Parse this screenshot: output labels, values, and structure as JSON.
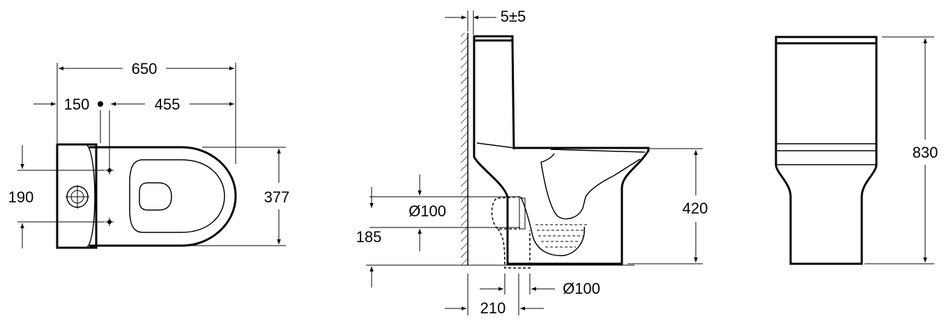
{
  "top_view": {
    "overall_length": "650",
    "wall_to_fixing": "150",
    "fixing_to_front": "455",
    "fixing_spacing": "190",
    "width": "377"
  },
  "side_view": {
    "wall_gap": "5±5",
    "outlet_diameter_horizontal": "Ø100",
    "outlet_height": "185",
    "bowl_height": "420",
    "outlet_diameter_vertical": "Ø100",
    "outlet_setback": "210"
  },
  "front_view": {
    "total_height": "830"
  }
}
